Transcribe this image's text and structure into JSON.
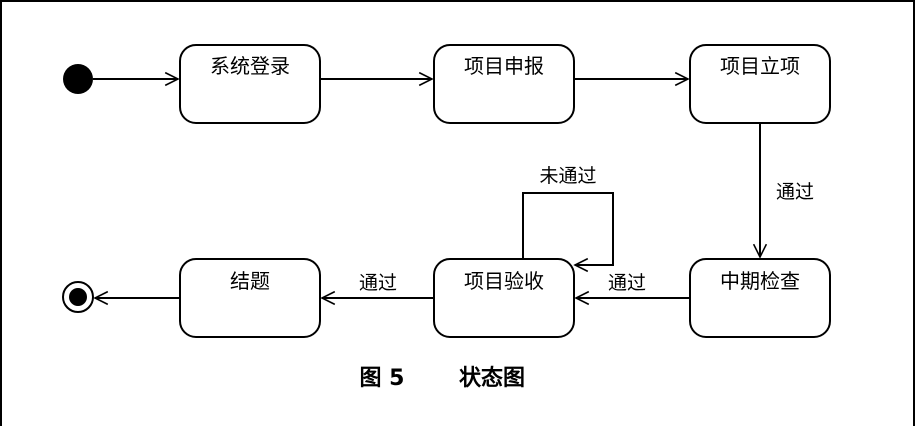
{
  "diagram": {
    "states": {
      "login": "系统登录",
      "apply": "项目申报",
      "approve": "项目立项",
      "midcheck": "中期检查",
      "accept": "项目验收",
      "conclude": "结题"
    },
    "edges": {
      "mid_to_mid": "通过",
      "mid_to_accept": "通过",
      "accept_loop": "未通过",
      "accept_to_conclude": "通过"
    },
    "caption": {
      "figure": "图 5",
      "title": "状态图"
    }
  }
}
